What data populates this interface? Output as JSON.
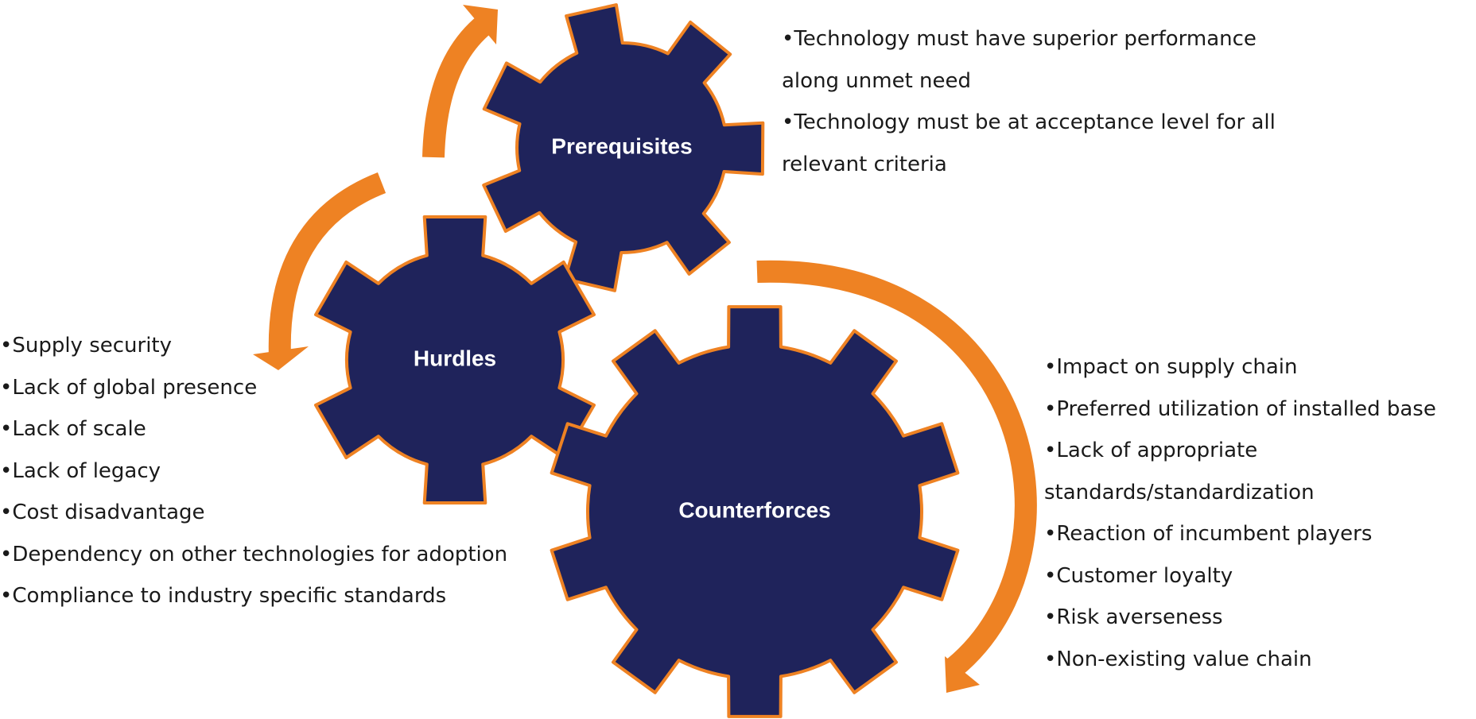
{
  "colors": {
    "gear_fill": "#1f235b",
    "accent": "#ee8223",
    "text": "#1a1a1a"
  },
  "gears": {
    "prerequisites": {
      "label": "Prerequisites"
    },
    "hurdles": {
      "label": "Hurdles"
    },
    "counterforces": {
      "label": "Counterforces"
    }
  },
  "prerequisites_items": [
    "•Technology must have superior performance along unmet need",
    "•Technology must be at acceptance level for all relevant criteria"
  ],
  "hurdles_items": [
    "•Supply security",
    "•Lack of global presence",
    "•Lack of scale",
    "•Lack of legacy",
    "•Cost disadvantage",
    "•Dependency on other technologies for adoption",
    "•Compliance to industry specific standards"
  ],
  "counterforces_items": [
    "•Impact on supply chain",
    "•Preferred utilization of installed base",
    "•Lack of appropriate standards/standardization",
    "•Reaction of incumbent players",
    "•Customer loyalty",
    "•Risk averseness",
    "•Non-existing value chain"
  ]
}
